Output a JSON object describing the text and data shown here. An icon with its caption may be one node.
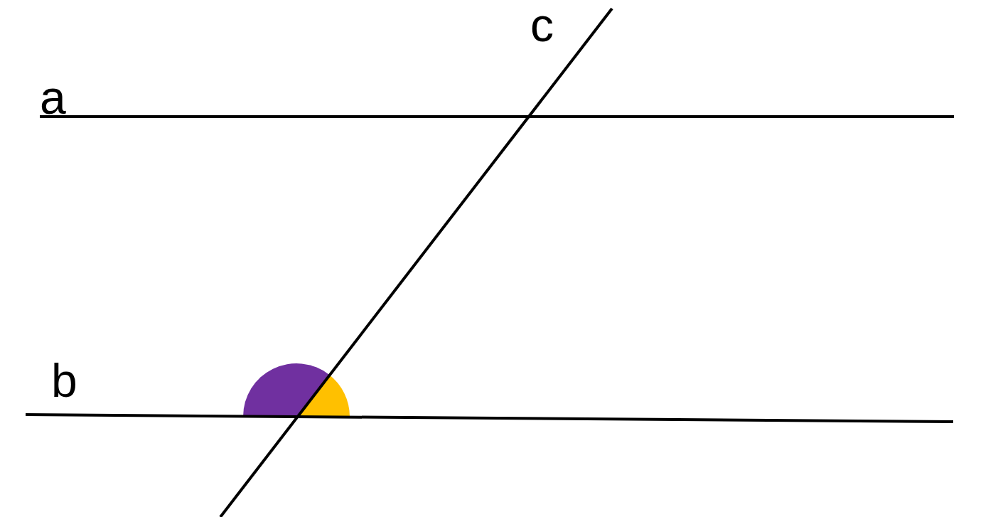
{
  "diagram": {
    "labels": [
      "c",
      "a",
      "b"
    ]
  }
}
